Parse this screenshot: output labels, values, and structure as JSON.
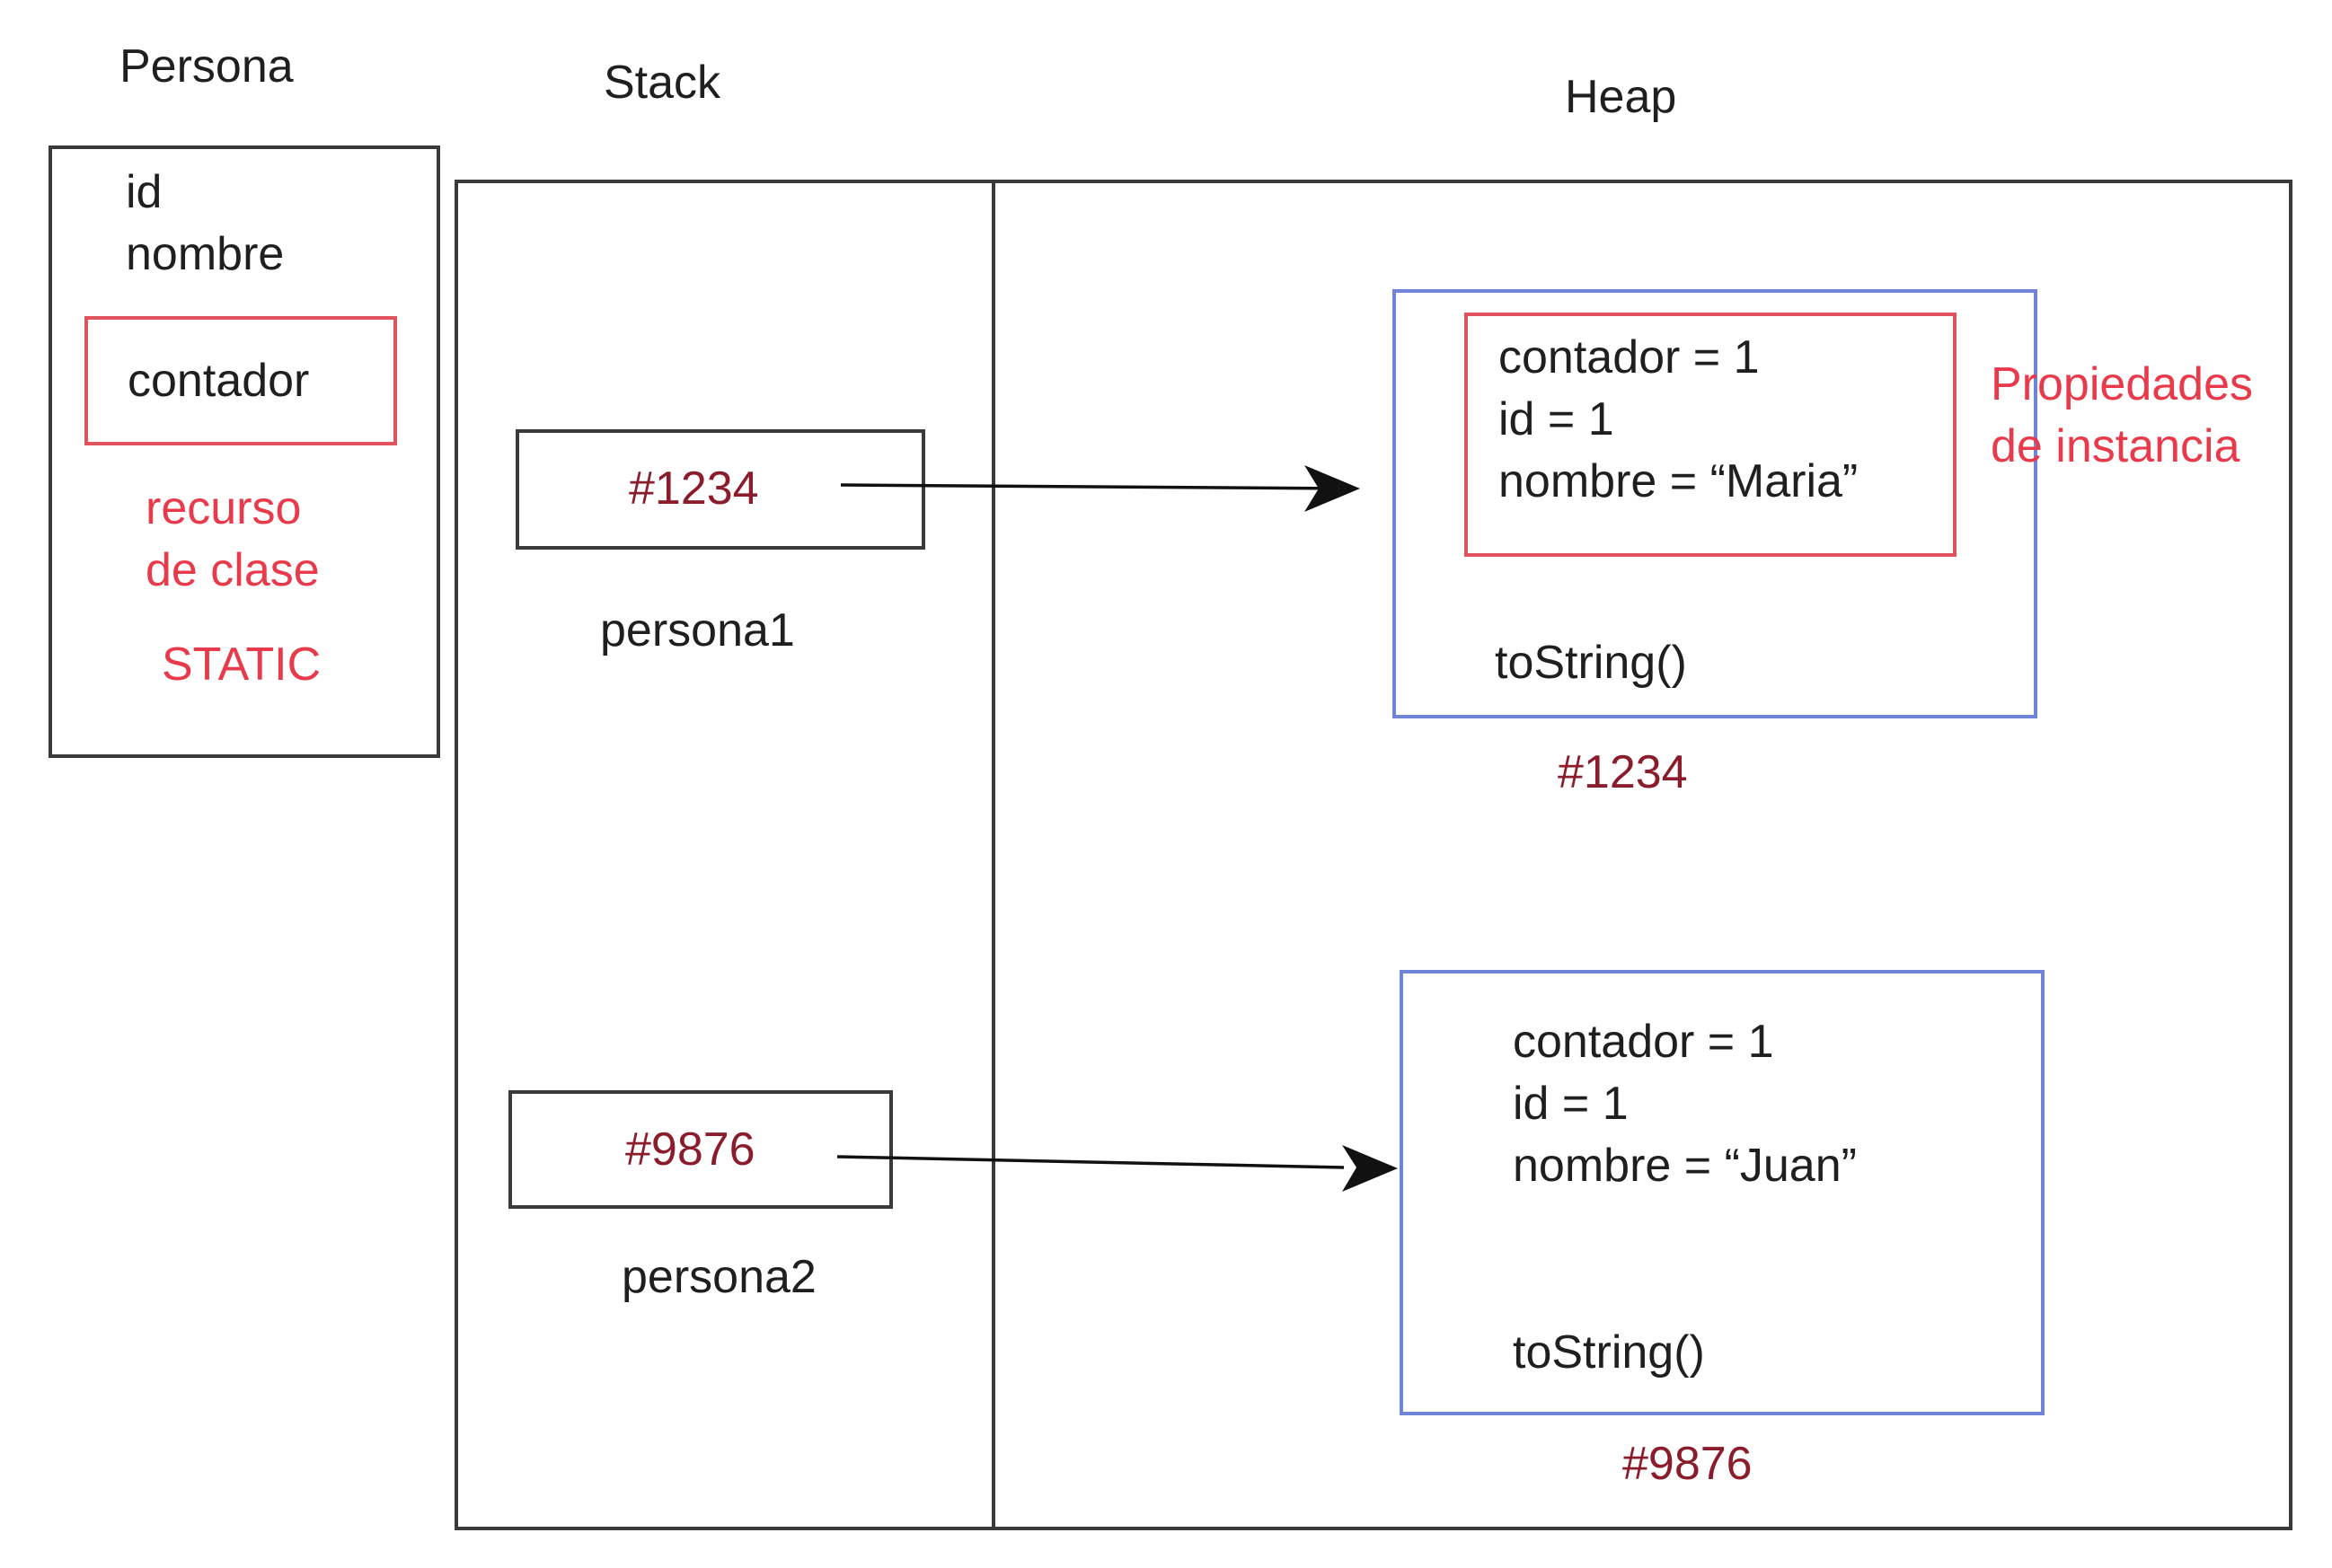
{
  "class_panel": {
    "title": "Persona",
    "fields": [
      "id",
      "nombre"
    ],
    "static_field": "contador",
    "note_line1": "recurso",
    "note_line2": "de clase",
    "note_static": "STATIC"
  },
  "stack": {
    "title": "Stack",
    "refs": [
      {
        "address": "#1234",
        "var_name": "persona1"
      },
      {
        "address": "#9876",
        "var_name": "persona2"
      }
    ]
  },
  "heap": {
    "title": "Heap",
    "objects": [
      {
        "fields": [
          "contador = 1",
          "id = 1",
          "nombre = “Maria”"
        ],
        "method": "toString()",
        "address": "#1234"
      },
      {
        "fields": [
          "contador = 1",
          "id = 1",
          "nombre = “Juan”"
        ],
        "method": "toString()",
        "address": "#9876"
      }
    ],
    "instance_note_line1": "Propiedades",
    "instance_note_line2": "de instancia"
  },
  "colors": {
    "outline": "#3a3a3a",
    "red_accent": "#e83a4a",
    "address_red": "#8b1c2c",
    "heap_object_border": "#6f84d6"
  }
}
